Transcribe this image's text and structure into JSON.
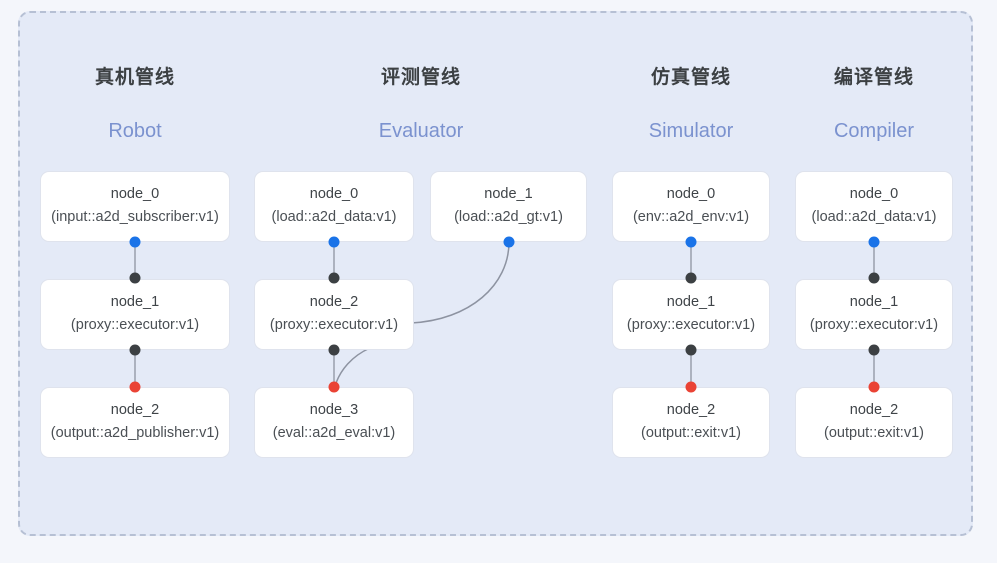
{
  "diagram": {
    "panel_label": "pipeline-panel",
    "background_color": "#f4f6fb",
    "panel_color": "#e4eaf7",
    "accent_color": "#7b92cf",
    "port_out_color": "#1a73e8",
    "port_in_color": "#3c4043",
    "port_term_color": "#ea4335"
  },
  "columns": [
    {
      "title": "真机管线",
      "subtitle": "Robot",
      "nodes": [
        {
          "name": "node_0",
          "type": "(input::a2d_subscriber:v1)"
        },
        {
          "name": "node_1",
          "type": "(proxy::executor:v1)"
        },
        {
          "name": "node_2",
          "type": "(output::a2d_publisher:v1)"
        }
      ]
    },
    {
      "title": "评测管线",
      "subtitle": "Evaluator",
      "nodes": [
        {
          "name": "node_0",
          "type": "(load::a2d_data:v1)"
        },
        {
          "name": "node_1",
          "type": "(load::a2d_gt:v1)"
        },
        {
          "name": "node_2",
          "type": "(proxy::executor:v1)"
        },
        {
          "name": "node_3",
          "type": "(eval::a2d_eval:v1)"
        }
      ]
    },
    {
      "title": "仿真管线",
      "subtitle": "Simulator",
      "nodes": [
        {
          "name": "node_0",
          "type": "(env::a2d_env:v1)"
        },
        {
          "name": "node_1",
          "type": "(proxy::executor:v1)"
        },
        {
          "name": "node_2",
          "type": "(output::exit:v1)"
        }
      ]
    },
    {
      "title": "编译管线",
      "subtitle": "Compiler",
      "nodes": [
        {
          "name": "node_0",
          "type": "(load::a2d_data:v1)"
        },
        {
          "name": "node_1",
          "type": "(proxy::executor:v1)"
        },
        {
          "name": "node_2",
          "type": "(output::exit:v1)"
        }
      ]
    }
  ]
}
